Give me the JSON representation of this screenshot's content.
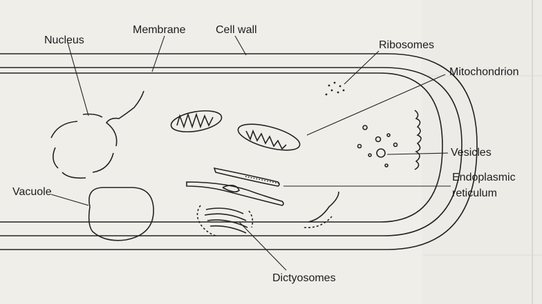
{
  "labels": {
    "nucleus": "Nucleus",
    "membrane": "Membrane",
    "cell_wall": "Cell wall",
    "ribosomes": "Ribosomes",
    "mitochondrion": "Mitochondrion",
    "vesicles": "Vesicles",
    "er_line1": "Endoplasmic",
    "er_line2": "reticulum",
    "vacuole": "Vacuole",
    "dictyosomes": "Dictyosomes"
  },
  "colors": {
    "paper": "#efeee9",
    "ink": "#222222",
    "page_text": "#6f6f6f"
  }
}
